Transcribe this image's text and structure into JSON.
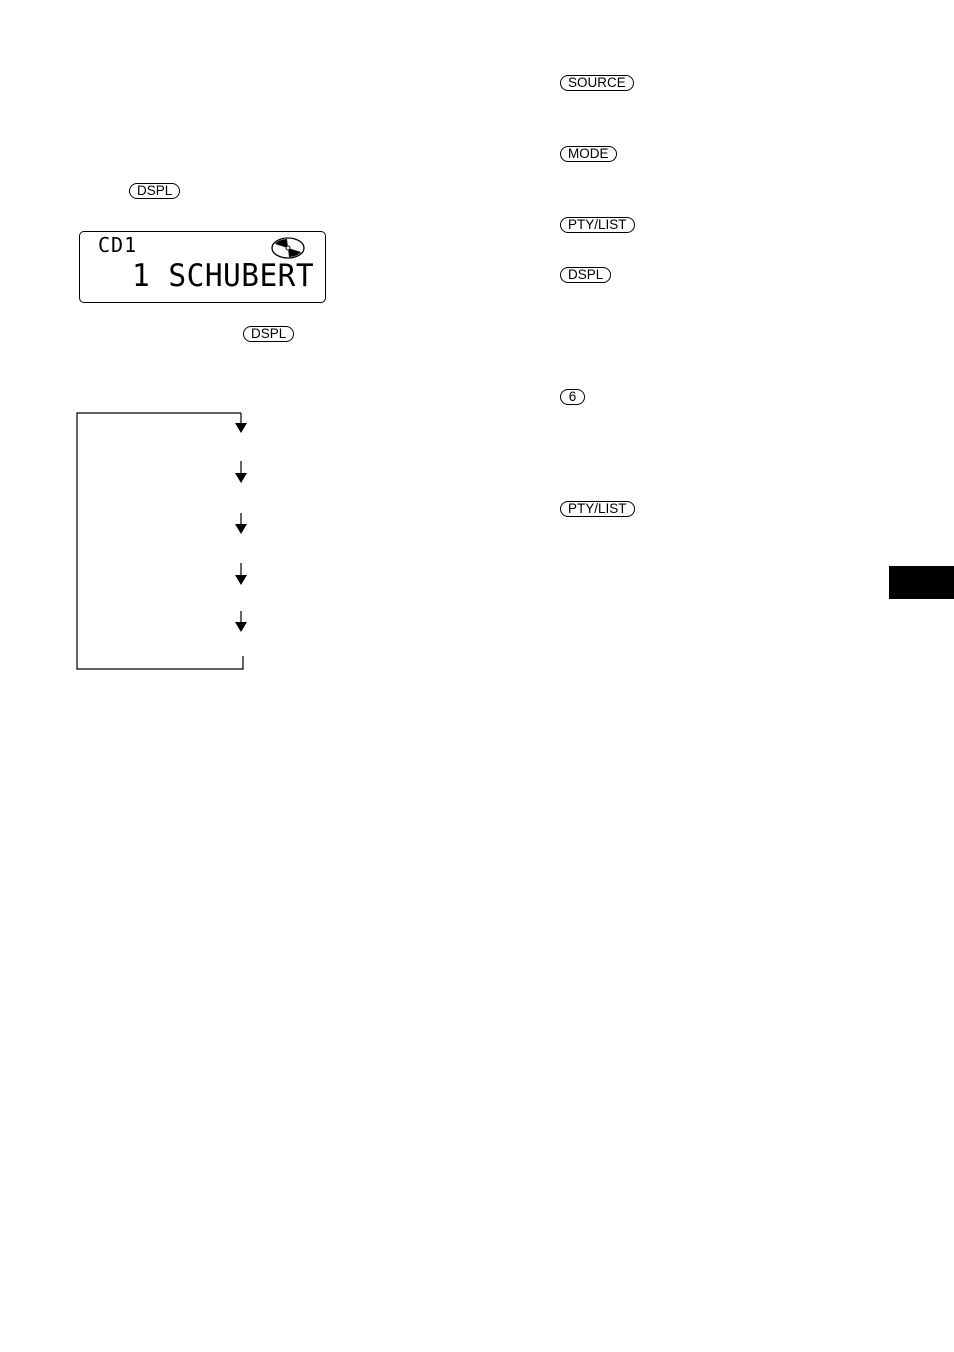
{
  "keys": {
    "dspl_top": "DSPL",
    "dspl_mid": "DSPL",
    "source": "SOURCE",
    "mode": "MODE",
    "pty_list_1": "PTY/LIST",
    "dspl_right": "DSPL",
    "six": "6",
    "pty_list_2": "PTY/LIST"
  },
  "display": {
    "line1": "CD1",
    "line2": "1 SCHUBERT",
    "icon": "disc-icon"
  },
  "diagram": {
    "icon": "down-arrow-icon",
    "arrow_count": 5
  },
  "colors": {
    "ink": "#000000",
    "paper": "#ffffff"
  }
}
